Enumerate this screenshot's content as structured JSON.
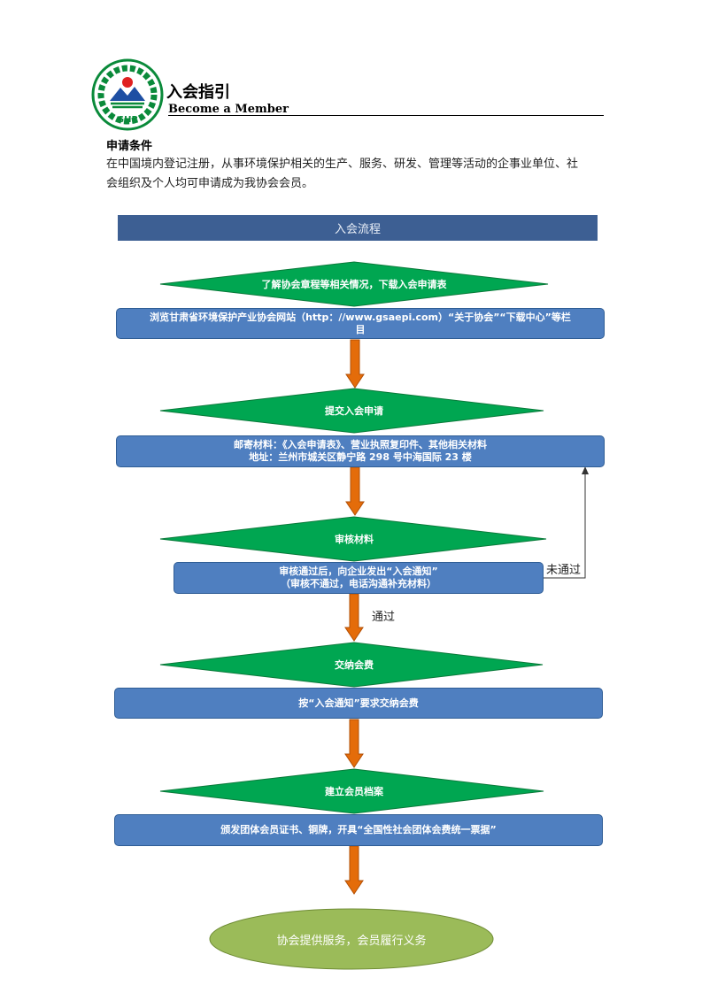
{
  "header": {
    "title": "入会指引",
    "subtitle": "Become a Member",
    "logo_text": "GHB"
  },
  "requirements": {
    "heading": "申请条件",
    "text": "在中国境内登记注册，从事环境保护相关的生产、服务、研发、管理等活动的企事业单位、社会组织及个人均可申请成为我协会会员。"
  },
  "flow": {
    "banner": "入会流程",
    "step1": {
      "decision": "了解协会章程等相关情况，下载入会申请表",
      "box_line1": "浏览甘肃省环境保护产业协会网站（http：//www.gsaepi.com）“关于协会”“下载中心”等栏",
      "box_line2": "目"
    },
    "step2": {
      "decision": "提交入会申请",
      "box_line1": "邮寄材料：《入会申请表》、营业执照复印件、其他相关材料",
      "box_line2": "地址：兰州市城关区静宁路 298 号中海国际 23 楼"
    },
    "step3": {
      "decision": "审核材料",
      "box_line1": "审核通过后，向企业发出“入会通知”",
      "box_line2": "（审核不通过，电话沟通补充材料）",
      "fail_label": "未通过",
      "pass_label": "通过"
    },
    "step4": {
      "decision": "交纳会费",
      "box_line1": "按“入会通知”要求交纳会费"
    },
    "step5": {
      "decision": "建立会员档案",
      "box_line1": "颁发团体会员证书、铜牌，开具“全国性社会团体会费统一票据”"
    },
    "end": "协会提供服务，会员履行义务"
  },
  "colors": {
    "banner": "#3d5f93",
    "box": "#4f7fc0",
    "diamond": "#00a651",
    "arrow": "#e46c0a",
    "ellipse": "#9bbb59"
  }
}
